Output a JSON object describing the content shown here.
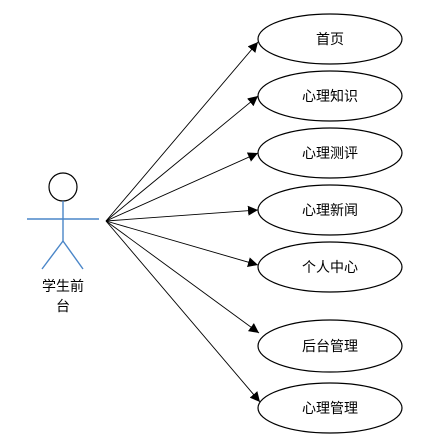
{
  "actor": {
    "name_line1": "学生前",
    "name_line2": "台"
  },
  "use_cases": [
    {
      "label": "首页"
    },
    {
      "label": "心理知识"
    },
    {
      "label": "心理测评"
    },
    {
      "label": "心理新闻"
    },
    {
      "label": "个人中心"
    },
    {
      "label": "后台管理"
    },
    {
      "label": "心理管理"
    }
  ],
  "colors": {
    "actor_head": "#000000",
    "actor_body": "#4a86c8",
    "ellipse_stroke": "#000000",
    "line": "#000000"
  }
}
